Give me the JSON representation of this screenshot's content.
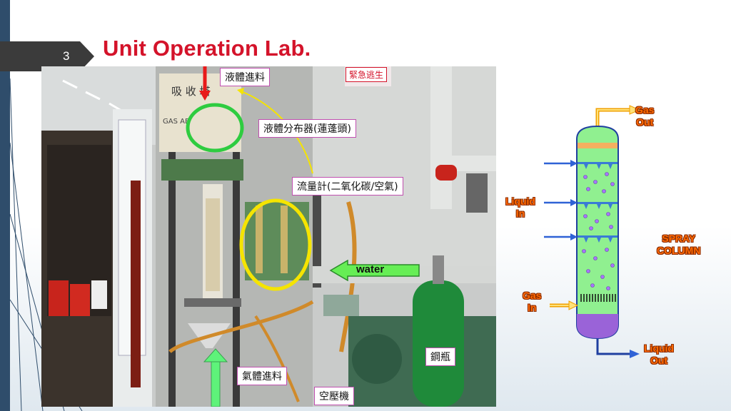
{
  "slide": {
    "number": "3",
    "title": "Unit Operation Lab."
  },
  "photo": {
    "labels": {
      "liquid_feed": "液體進料",
      "liquid_distributor": "液體分布器(蓮蓬頭)",
      "flowmeter": "流量計(二氧化碳/空氣)",
      "water": "water",
      "gas_feed": "氣體進料",
      "compressor": "空壓機",
      "cylinder": "鋼瓶",
      "emergency_exit": "緊急逃生"
    },
    "sign_text": "吸 收 塔",
    "sign_subtext": "GAS AB"
  },
  "diagram": {
    "gas_out": "Gas\nOut",
    "liquid_in": "Liquid\nIn",
    "spray_column": "SPRAY\nCOLUMN",
    "gas_in": "Gas\nIn",
    "liquid_out": "Liquid\nOut"
  },
  "colors": {
    "title": "#d4132a",
    "label_border": "#c04fb0",
    "highlight_green": "#2ecc40",
    "highlight_yellow": "#f5e400",
    "diagram_label": "#ff6a00"
  }
}
